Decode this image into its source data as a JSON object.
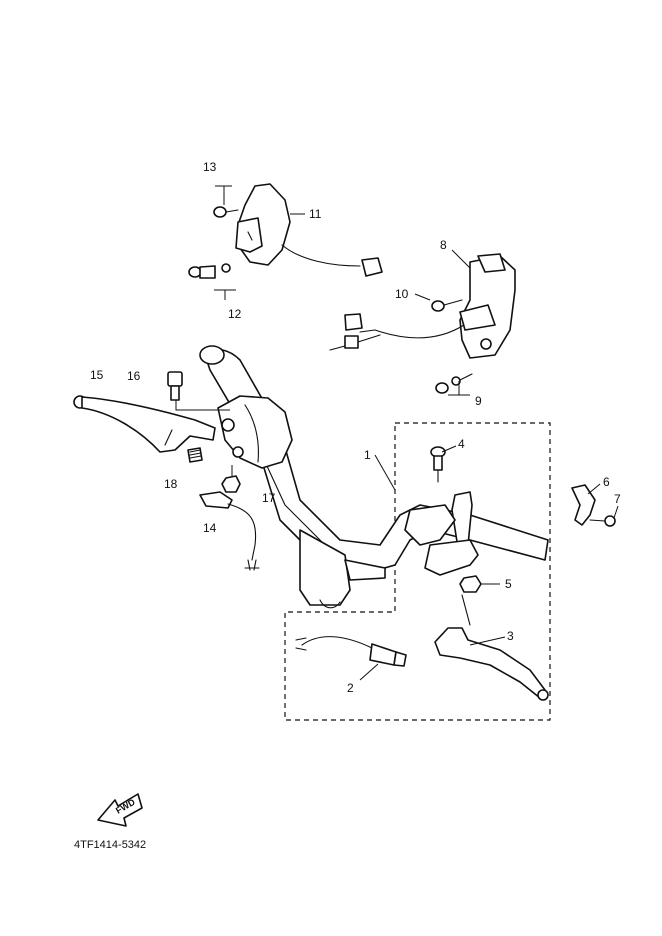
{
  "diagram_code": "4TF1414-5342",
  "fwd_label": "FWD",
  "callouts": [
    {
      "id": "1",
      "text": "1"
    },
    {
      "id": "2",
      "text": "2"
    },
    {
      "id": "3",
      "text": "3"
    },
    {
      "id": "4",
      "text": "4"
    },
    {
      "id": "5",
      "text": "5"
    },
    {
      "id": "6",
      "text": "6"
    },
    {
      "id": "7",
      "text": "7"
    },
    {
      "id": "8",
      "text": "8"
    },
    {
      "id": "9",
      "text": "9"
    },
    {
      "id": "10",
      "text": "10"
    },
    {
      "id": "11",
      "text": "11"
    },
    {
      "id": "12",
      "text": "12"
    },
    {
      "id": "13",
      "text": "13"
    },
    {
      "id": "14",
      "text": "14"
    },
    {
      "id": "15",
      "text": "15"
    },
    {
      "id": "16",
      "text": "16"
    },
    {
      "id": "17",
      "text": "17"
    },
    {
      "id": "18",
      "text": "18"
    }
  ]
}
